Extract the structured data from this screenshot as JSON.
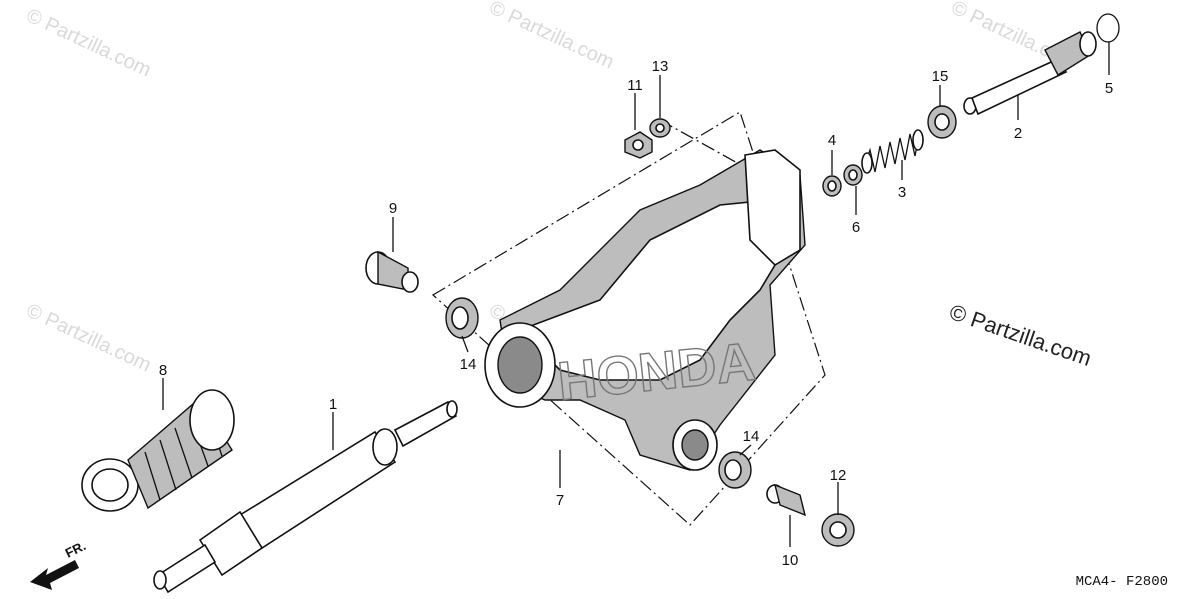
{
  "diagram": {
    "drawing_code": "MCA4- F2800",
    "copyright": "© Partzilla.com",
    "watermark": "© Partzilla.com",
    "front_marker": "FR.",
    "callouts": {
      "c1": "1",
      "c2": "2",
      "c3": "3",
      "c4": "4",
      "c5": "5",
      "c6": "6",
      "c7": "7",
      "c8": "8",
      "c9": "9",
      "c10": "10",
      "c11": "11",
      "c12": "12",
      "c13": "13",
      "c14a": "14",
      "c14b": "14",
      "c15": "15"
    },
    "brand_mark": "HONDA"
  }
}
